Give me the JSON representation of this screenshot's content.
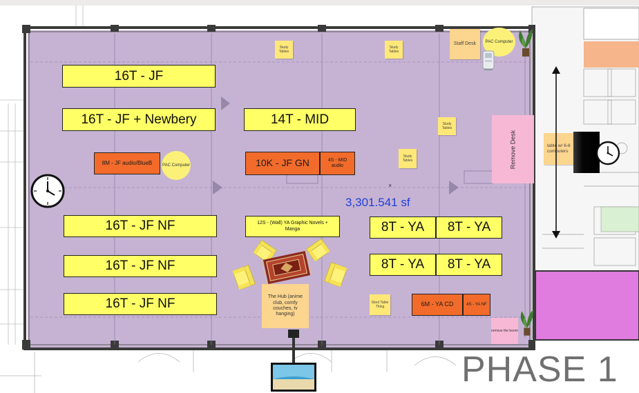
{
  "floor": {
    "area_label": "3,301.541 sf",
    "phase_label": "PHASE 1"
  },
  "shelves": [
    {
      "id": "jf-1",
      "label": "16T - JF",
      "kind": "yellow"
    },
    {
      "id": "jf-newbery",
      "label": "16T - JF + Newbery",
      "kind": "yellow"
    },
    {
      "id": "mid",
      "label": "14T - MID",
      "kind": "yellow"
    },
    {
      "id": "jf-audio",
      "label": "8M - JF audio/BlueB",
      "kind": "orange"
    },
    {
      "id": "jf-gn",
      "label": "10K - JF GN",
      "kind": "orange-big"
    },
    {
      "id": "mid-audio",
      "label": "4S - MID audio",
      "kind": "orange"
    },
    {
      "id": "jf-nf-1",
      "label": "16T - JF NF",
      "kind": "yellow"
    },
    {
      "id": "jf-nf-2",
      "label": "16T - JF NF",
      "kind": "yellow"
    },
    {
      "id": "jf-nf-3",
      "label": "16T - JF NF",
      "kind": "yellow"
    },
    {
      "id": "ya-gn",
      "label": "12S - (Wall) YA Graphic Novels + Manga",
      "kind": "yellow-small"
    },
    {
      "id": "ya-1",
      "label": "8T - YA",
      "kind": "yellow"
    },
    {
      "id": "ya-2",
      "label": "8T - YA",
      "kind": "yellow"
    },
    {
      "id": "ya-3",
      "label": "8T - YA",
      "kind": "yellow"
    },
    {
      "id": "ya-4",
      "label": "8T - YA",
      "kind": "yellow"
    },
    {
      "id": "ya-cd",
      "label": "6M - YA CD",
      "kind": "orange-mid"
    },
    {
      "id": "ya-nf",
      "label": "4S - YA NF",
      "kind": "orange"
    }
  ],
  "notes": [
    {
      "id": "study-1",
      "label": "Study Tables"
    },
    {
      "id": "study-2",
      "label": "Study Tables"
    },
    {
      "id": "study-3",
      "label": "Study Tables"
    },
    {
      "id": "study-4",
      "label": "Study Tables"
    },
    {
      "id": "stool",
      "label": "Stool Table Thing"
    },
    {
      "id": "staff",
      "label": "Staff Desk"
    },
    {
      "id": "table-computers",
      "label": "table w/ 6-8 computers"
    }
  ],
  "pac": [
    {
      "id": "pac-left",
      "label": "PAC Computer"
    },
    {
      "id": "pac-top",
      "label": "PAC Computer"
    }
  ],
  "pink": {
    "remove_desk": "Remove Desk",
    "remove_boom": "remove the boom"
  },
  "hub": {
    "label": "The Hub (anime club, comfy couches, tv hanging)"
  },
  "colors": {
    "floor": "#c6b3d3",
    "shelf_yellow": "#ffff66",
    "shelf_orange": "#f26b2b",
    "note_yellow": "#ffe877",
    "pink_desk": "#f7b8d6",
    "area_text": "#1f3fd6",
    "orange_room": "#f6b58a",
    "magenta_room": "#e07be0"
  },
  "icons": [
    "wall-clock-icon",
    "plant-icon",
    "armchair-icon",
    "rug-icon",
    "tv-icon",
    "kiosk-icon",
    "double-arrow-icon"
  ]
}
